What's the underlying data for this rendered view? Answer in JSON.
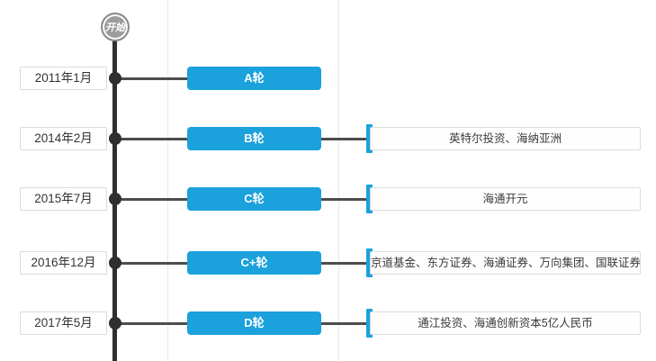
{
  "colors": {
    "accent_blue": "#1BA1DC",
    "axis_dark": "#2F2F2F",
    "connector_gray": "#4D4D4D",
    "box_border": "#DBDBDB",
    "divider_gray": "#E7E7E7",
    "circle_gray": "#9C9C9C",
    "text_dark": "#333333"
  },
  "timeline": {
    "start_label": "开始",
    "rows": [
      {
        "date": "2011年1月",
        "round": "A轮",
        "investors": ""
      },
      {
        "date": "2014年2月",
        "round": "B轮",
        "investors": "英特尔投资、海纳亚洲"
      },
      {
        "date": "2015年7月",
        "round": "C轮",
        "investors": "海通开元"
      },
      {
        "date": "2016年12月",
        "round": "C+轮",
        "investors": "京道基金、东方证券、海通证券、万向集团、国联证券"
      },
      {
        "date": "2017年5月",
        "round": "D轮",
        "investors": "通江投资、海通创新资本5亿人民币"
      }
    ]
  }
}
